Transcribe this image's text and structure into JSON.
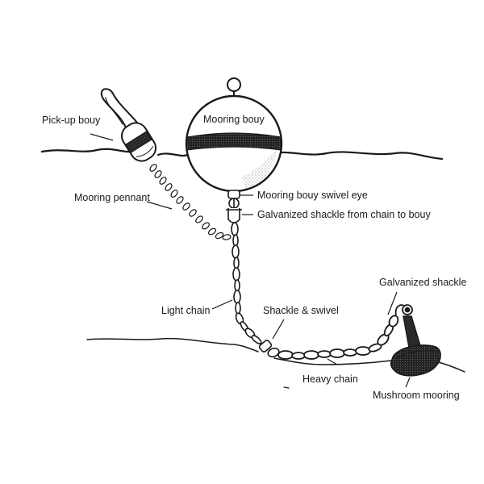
{
  "labels": {
    "pickup_buoy": "Pick-up bouy",
    "mooring_buoy": "Mooring bouy",
    "mooring_pennant": "Mooring pennant",
    "swivel_eye": "Mooring bouy swivel eye",
    "galvanized_shackle_chain_to_buoy": "Galvanized shackle from chain to bouy",
    "galvanized_shackle": "Galvanized shackle",
    "light_chain": "Light chain",
    "shackle_and_swivel": "Shackle & swivel",
    "heavy_chain": "Heavy chain",
    "mushroom_mooring": "Mushroom mooring"
  }
}
